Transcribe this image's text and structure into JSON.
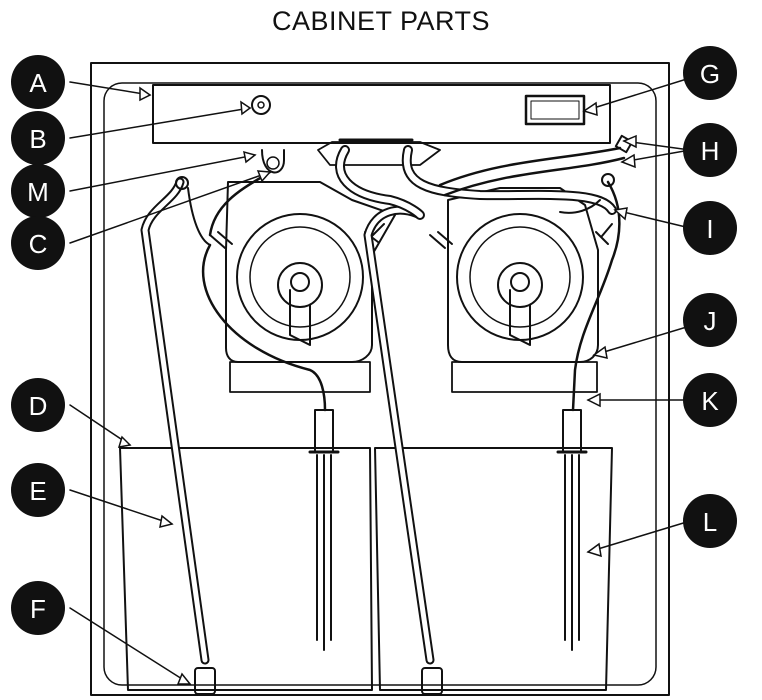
{
  "title": "CABINET PARTS",
  "labels": {
    "A": "A",
    "B": "B",
    "C": "C",
    "D": "D",
    "E": "E",
    "F": "F",
    "G": "G",
    "H": "H",
    "I": "I",
    "J": "J",
    "K": "K",
    "L": "L",
    "M": "M"
  },
  "colors": {
    "badge": "#111111",
    "line": "#111111",
    "background": "#ffffff"
  }
}
